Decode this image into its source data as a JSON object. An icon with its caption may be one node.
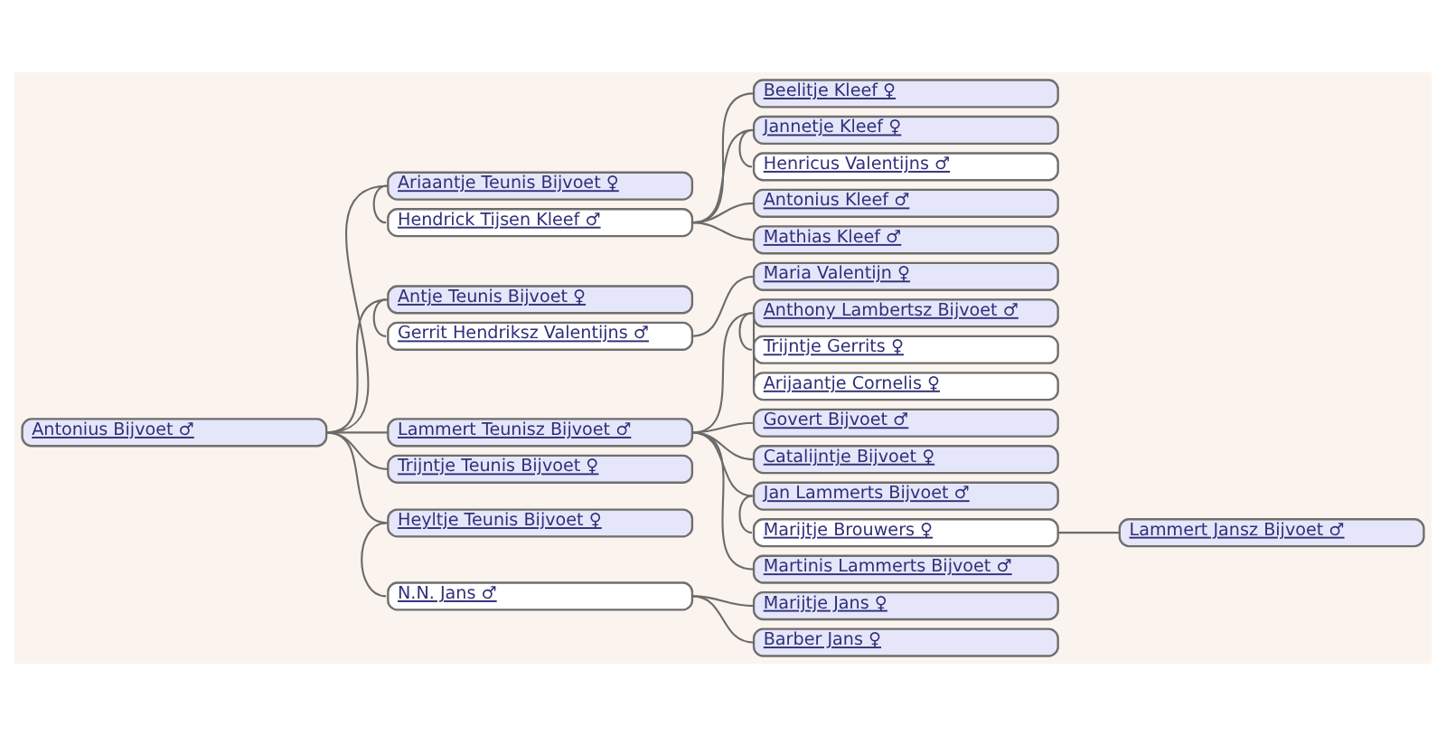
{
  "diagram": {
    "nodes": [
      {
        "text": [
          "Antonius Bijvoet ♂"
        ]
      },
      {
        "text": [
          "Ariaantje Teunis Bijvoet ♀"
        ]
      },
      {
        "text": [
          "Hendrick Tijsen Kleef ♂"
        ]
      },
      {
        "text": [
          "Beelitje Kleef ♀"
        ]
      },
      {
        "text": [
          "Jannetje Kleef ♀"
        ]
      },
      {
        "text": [
          "Henricus Valentijns ♂"
        ]
      },
      {
        "text": [
          "Antonius Kleef ♂"
        ]
      },
      {
        "text": [
          "Mathias Kleef ♂"
        ]
      },
      {
        "text": [
          "Antje Teunis Bijvoet ♀"
        ]
      },
      {
        "text": [
          "Gerrit Hendriksz Valentijns ♂"
        ]
      },
      {
        "text": [
          "Maria Valentijn ♀"
        ]
      },
      {
        "text": [
          "Lammert Teunisz Bijvoet ♂"
        ]
      },
      {
        "text": [
          "Anthony Lambertsz Bijvoet ♂"
        ]
      },
      {
        "text": [
          "Trijntje Gerrits ♀"
        ]
      },
      {
        "text": [
          "Arijaantje Cornelis ♀"
        ]
      },
      {
        "text": [
          "Govert Bijvoet ♂"
        ]
      },
      {
        "text": [
          "Catalijntje Bijvoet ♀"
        ]
      },
      {
        "text": [
          "Jan Lammerts Bijvoet ♂"
        ]
      },
      {
        "text": [
          "Marijtje Brouwers ♀"
        ]
      },
      {
        "text": [
          "Lammert Jansz Bijvoet ♂"
        ]
      },
      {
        "text": [
          "Martinis Lammerts Bijvoet ♂"
        ]
      },
      {
        "text": [
          "Trijntje Teunis Bijvoet ♀"
        ]
      },
      {
        "text": [
          "Heyltje Teunis Bijvoet ♀"
        ]
      },
      {
        "text": [
          "N.N. Jans ♂"
        ]
      },
      {
        "text": [
          "Marijtje Jans ♀"
        ]
      },
      {
        "text": [
          "Barber Jans ♀"
        ]
      }
    ],
    "edges": [
      {
        "from": 0,
        "to": 1,
        "arrow": "none"
      },
      {
        "from": 0,
        "to": 8,
        "arrow": "none"
      },
      {
        "from": 0,
        "to": 11,
        "arrow": "none"
      },
      {
        "from": 0,
        "to": 21,
        "arrow": "none"
      },
      {
        "from": 0,
        "to": 22,
        "arrow": "none"
      },
      {
        "from": 1,
        "to": 2,
        "arrow": "none"
      },
      {
        "from": 2,
        "to": 3,
        "arrow": "none"
      },
      {
        "from": 2,
        "to": 4,
        "arrow": "none"
      },
      {
        "from": 2,
        "to": 6,
        "arrow": "none"
      },
      {
        "from": 2,
        "to": 7,
        "arrow": "none"
      },
      {
        "from": 4,
        "to": 5,
        "arrow": "none"
      },
      {
        "from": 8,
        "to": 9,
        "arrow": "none"
      },
      {
        "from": 9,
        "to": 10,
        "arrow": "none"
      },
      {
        "from": 11,
        "to": 12,
        "arrow": "none"
      },
      {
        "from": 11,
        "to": 15,
        "arrow": "none"
      },
      {
        "from": 11,
        "to": 16,
        "arrow": "none"
      },
      {
        "from": 11,
        "to": 17,
        "arrow": "none"
      },
      {
        "from": 11,
        "to": 20,
        "arrow": "none"
      },
      {
        "from": 12,
        "to": 13,
        "arrow": "none"
      },
      {
        "from": 12,
        "to": 14,
        "arrow": "none"
      },
      {
        "from": 17,
        "to": 18,
        "arrow": "none"
      },
      {
        "from": 18,
        "to": 19,
        "arrow": "none"
      },
      {
        "from": 22,
        "to": 23,
        "arrow": "none"
      },
      {
        "from": 23,
        "to": 24,
        "arrow": "none"
      },
      {
        "from": 23,
        "to": 25,
        "arrow": "none"
      }
    ]
  }
}
